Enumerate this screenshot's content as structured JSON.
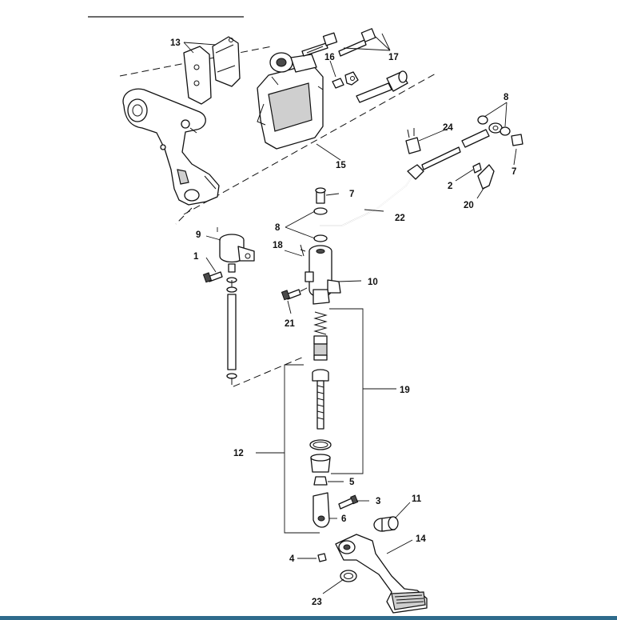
{
  "callouts": [
    {
      "id": "c13a",
      "text": "13"
    },
    {
      "id": "c17",
      "text": "17"
    },
    {
      "id": "c16",
      "text": "16"
    },
    {
      "id": "c15",
      "text": "15"
    },
    {
      "id": "c8a",
      "text": "8"
    },
    {
      "id": "c24",
      "text": "24"
    },
    {
      "id": "c7a",
      "text": "7"
    },
    {
      "id": "c2",
      "text": "2"
    },
    {
      "id": "c20",
      "text": "20"
    },
    {
      "id": "c7b",
      "text": "7"
    },
    {
      "id": "c8b",
      "text": "8"
    },
    {
      "id": "c22",
      "text": "22"
    },
    {
      "id": "c9",
      "text": "9"
    },
    {
      "id": "c18",
      "text": "18"
    },
    {
      "id": "c1",
      "text": "1"
    },
    {
      "id": "c10",
      "text": "10"
    },
    {
      "id": "c21",
      "text": "21"
    },
    {
      "id": "c19",
      "text": "19"
    },
    {
      "id": "c12",
      "text": "12"
    },
    {
      "id": "c5",
      "text": "5"
    },
    {
      "id": "c3",
      "text": "3"
    },
    {
      "id": "c11",
      "text": "11"
    },
    {
      "id": "c6",
      "text": "6"
    },
    {
      "id": "c14",
      "text": "14"
    },
    {
      "id": "c4",
      "text": "4"
    },
    {
      "id": "c23",
      "text": "23"
    }
  ],
  "colors": {
    "ink": "#111111",
    "footer_bar": "#2e6b8c",
    "paper": "#ffffff"
  }
}
